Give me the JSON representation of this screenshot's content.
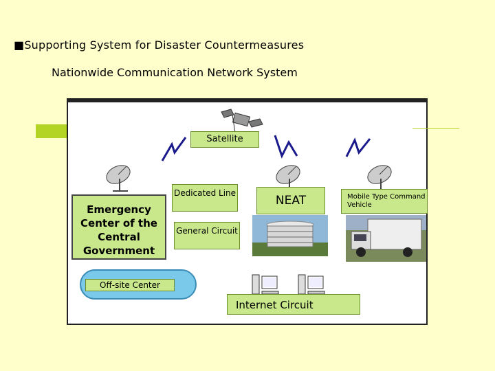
{
  "heading": {
    "bullet": "■",
    "text": "Supporting System for Disaster Countermeasures"
  },
  "subheading": "Nationwide Communication Network System",
  "diagram": {
    "satellite_label": "Satellite",
    "dedicated_line": "Dedicated Line",
    "general_circuit": "General Circuit",
    "neat": "NEAT",
    "mobile_vehicle": "Mobile Type Command Vehicle",
    "emergency_center": "Emergency Center of the Central Government",
    "offsite_center": "Off-site Center",
    "internet_circuit": "Internet Circuit"
  },
  "colors": {
    "background": "#ffffcc",
    "label_green": "#c9e88b",
    "accent": "#b3d325",
    "pill_blue": "#7ac8ea"
  },
  "icons": [
    "satellite-icon",
    "lightning-icon",
    "satellite-dish-icon",
    "computer-icon",
    "building-photo",
    "truck-photo"
  ]
}
